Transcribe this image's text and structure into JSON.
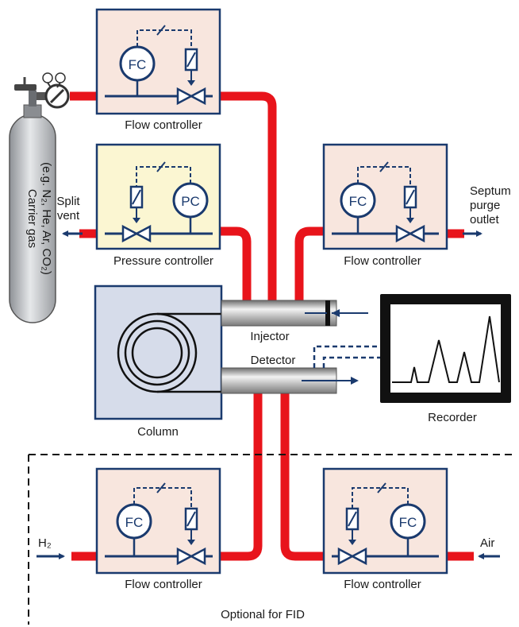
{
  "colors": {
    "pipe": "#e8141b",
    "navy": "#1a3a6e",
    "flow_box_fill": "#f8e6de",
    "pressure_box_fill": "#fbf6d2",
    "column_fill": "#d6dcea",
    "recorder_frame": "#111111"
  },
  "icons": [
    "gas-cylinder-icon",
    "valve-icon",
    "solenoid-icon",
    "column-coil-icon",
    "chromatogram-icon",
    "arrow-icon"
  ],
  "controllers": {
    "fc": "FC",
    "pc": "PC",
    "flow_controller_label": "Flow controller",
    "pressure_controller_label": "Pressure controller"
  },
  "cylinder": {
    "line1": "Carrier gas",
    "line2": "(e.g. N₂, He, Ar, CO₂)"
  },
  "labels": {
    "split_vent_1": "Split",
    "split_vent_2": "vent",
    "septum_1": "Septum",
    "septum_2": "purge",
    "septum_3": "outlet",
    "injector": "Injector",
    "detector": "Detector",
    "column": "Column",
    "recorder": "Recorder",
    "h2": "H₂",
    "air": "Air",
    "optional": "Optional for FID"
  }
}
